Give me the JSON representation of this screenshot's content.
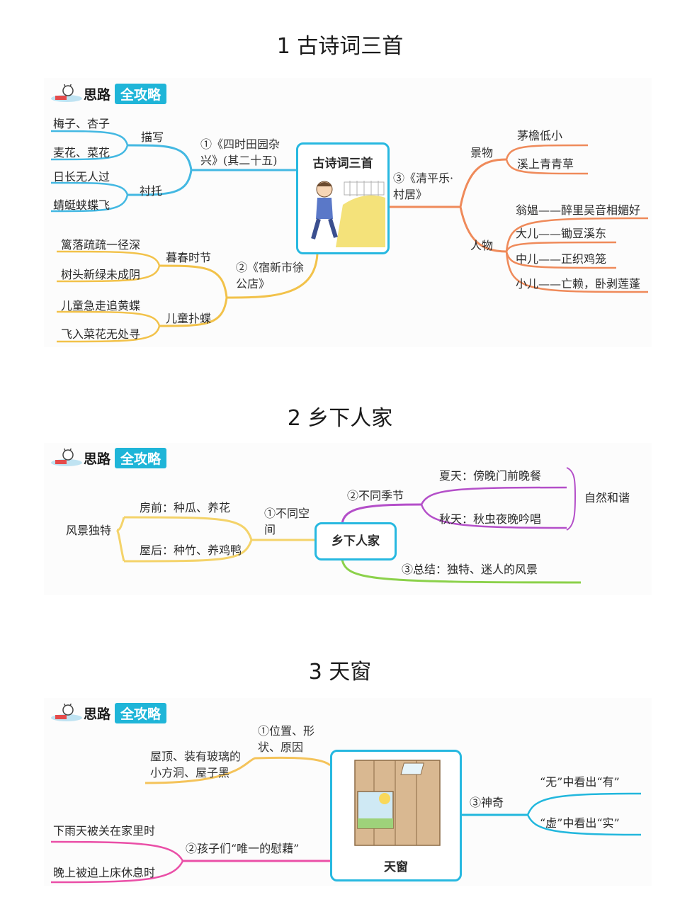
{
  "badge": {
    "part1": "思路",
    "part2": "全攻略"
  },
  "s1": {
    "title": "1 古诗词三首",
    "center": "古诗词三首",
    "b1": "①《四时田园杂兴》(其二十五)",
    "b1_l1": "描写",
    "b1_l1_a": "梅子、杏子",
    "b1_l1_b": "麦花、菜花",
    "b1_l2": "衬托",
    "b1_l2_a": "日长无人过",
    "b1_l2_b": "蜻蜓蛱蝶飞",
    "b2": "②《宿新市徐公店》",
    "b2_l1": "暮春时节",
    "b2_l1_a": "篱落疏疏一径深",
    "b2_l1_b": "树头新绿未成阴",
    "b2_l2": "儿童扑蝶",
    "b2_l2_a": "儿童急走追黄蝶",
    "b2_l2_b": "飞入菜花无处寻",
    "b3": "③《清平乐·村居》",
    "b3_l1": "景物",
    "b3_l1_a": "茅檐低小",
    "b3_l1_b": "溪上青青草",
    "b3_l2": "人物",
    "b3_l2_a": "翁媪——醉里吴音相媚好",
    "b3_l2_b": "大儿——锄豆溪东",
    "b3_l2_c": "中儿——正织鸡笼",
    "b3_l2_d": "小儿——亡赖，卧剥莲蓬"
  },
  "s2": {
    "title": "2 乡下人家",
    "center": "乡下人家",
    "b1": "①不同空间",
    "b1_root": "风景独特",
    "b1_a": "房前：种瓜、养花",
    "b1_b": "屋后：种竹、养鸡鸭",
    "b2": "②不同季节",
    "b2_a": "夏天：傍晚门前晚餐",
    "b2_b": "秋天：秋虫夜晚吟唱",
    "b2_note": "自然和谐",
    "b3": "③总结：独特、迷人的风景"
  },
  "s3": {
    "title": "3 天窗",
    "center": "天窗",
    "b1": "①位置、形状、原因",
    "b1_a": "屋顶、装有玻璃的小方洞、屋子黑",
    "b2": "②孩子们“唯一的慰藉”",
    "b2_a": "下雨天被关在家里时",
    "b2_b": "晚上被迫上床休息时",
    "b3": "③神奇",
    "b3_a": "“无”中看出“有”",
    "b3_b": "“虚”中看出“实”"
  }
}
